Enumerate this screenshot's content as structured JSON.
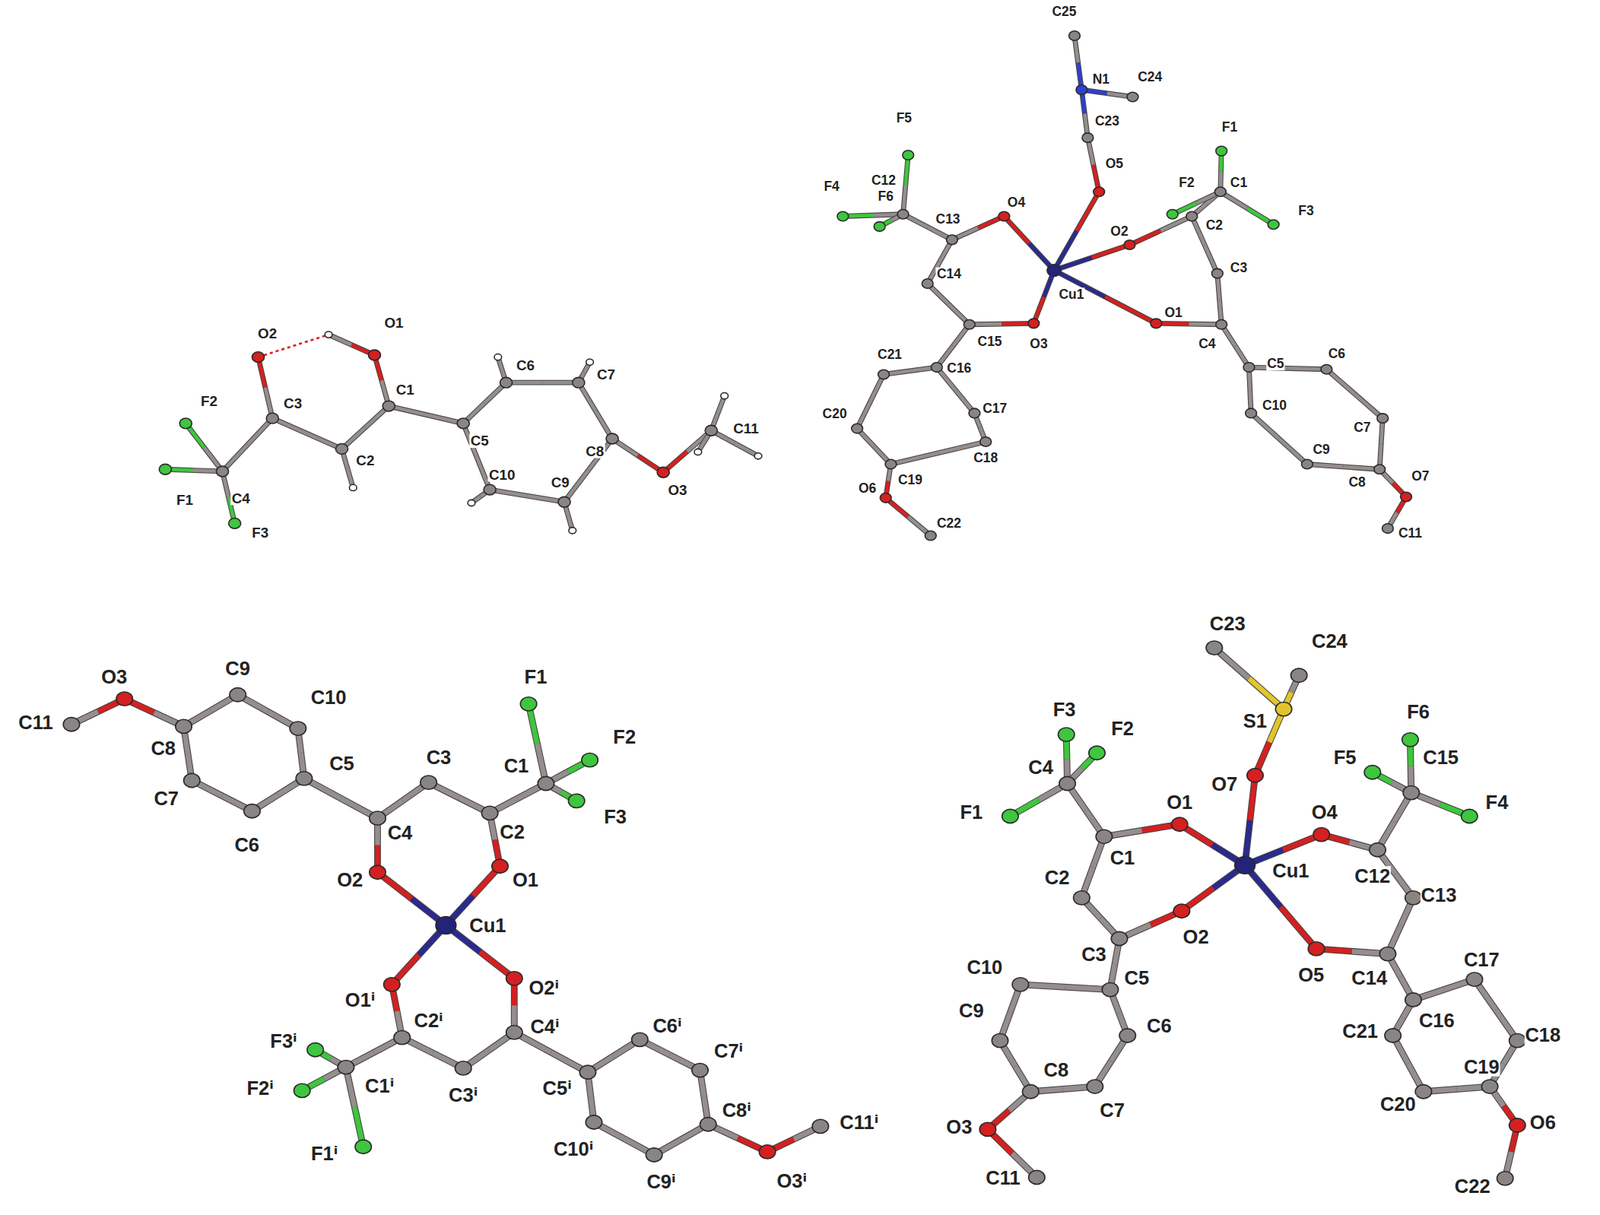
{
  "diagram": {
    "labels": [
      "O2",
      "O1",
      "C1",
      "C3",
      "C2",
      "C4",
      "F2",
      "F1",
      "F3",
      "C5",
      "C6",
      "C7",
      "C8",
      "C10",
      "C9",
      "O3",
      "C11",
      "C25",
      "N1",
      "C24",
      "C23",
      "O5",
      "F5",
      "F1",
      "C12",
      "F4",
      "F6",
      "C13",
      "O4",
      "F2",
      "C1",
      "F3",
      "O2",
      "C2",
      "C14",
      "C3",
      "Cu1",
      "C15",
      "O3",
      "O1",
      "C4",
      "C21",
      "C16",
      "C5",
      "C6",
      "C17",
      "C10",
      "C20",
      "C7",
      "C19",
      "C18",
      "C9",
      "C8",
      "O6",
      "O7",
      "C22",
      "C11",
      "O3",
      "C9",
      "C11",
      "C10",
      "C5",
      "C3",
      "C1",
      "F1",
      "F2",
      "C8",
      "C4",
      "C2",
      "F3",
      "C7",
      "C6",
      "O2",
      "O1",
      "Cu1",
      "O1ⁱ",
      "O2ⁱ",
      "F3ⁱ",
      "C2ⁱ",
      "C4ⁱ",
      "C6ⁱ",
      "C7ⁱ",
      "F2ⁱ",
      "C1ⁱ",
      "C5ⁱ",
      "C3ⁱ",
      "C8ⁱ",
      "C10ⁱ",
      "C9ⁱ",
      "F1ⁱ",
      "O3ⁱ",
      "C11ⁱ",
      "C23",
      "C24",
      "F3",
      "F6",
      "S1",
      "F2",
      "C4",
      "C15",
      "F5",
      "O1",
      "O7",
      "O4",
      "F1",
      "F4",
      "Cu1",
      "C1",
      "C12",
      "C2",
      "C13",
      "C3",
      "O2",
      "O5",
      "C14",
      "C5",
      "C16",
      "C10",
      "C6",
      "C17",
      "C9",
      "C21",
      "C18",
      "C7",
      "C20",
      "C8",
      "C19",
      "O3",
      "O6",
      "C11",
      "C22"
    ]
  }
}
